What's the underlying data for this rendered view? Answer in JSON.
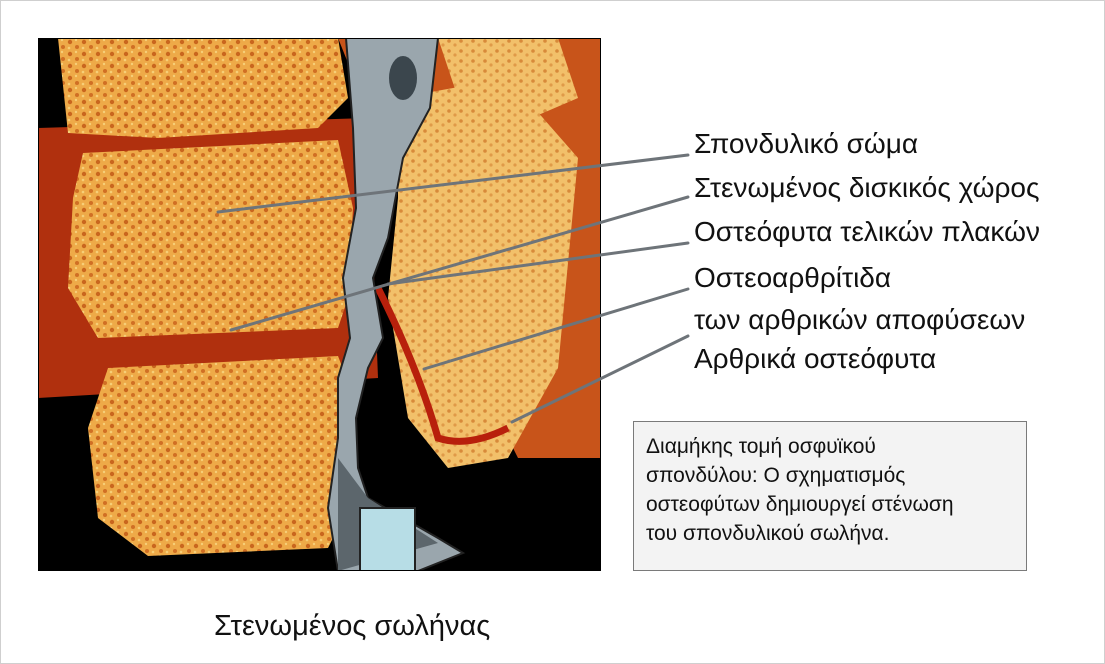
{
  "labels": {
    "vertebral_body": "Σπονδυλικό σώμα",
    "narrowed_disc_space": "Στενωμένος δισκικός χώρος",
    "endplate_osteophytes": "Οστεόφυτα τελικών πλακών",
    "facet_osteoarthritis_line1": "Οστεοαρθρίτιδα",
    "facet_osteoarthritis_line2": "των αρθρικών αποφύσεων",
    "articular_osteophytes": "Αρθρικά οστεόφυτα",
    "narrowed_canal": "Στενωμένος σωλήνας"
  },
  "caption": {
    "line1": "Διαμήκης τομή οσφυϊκού",
    "line2": "σπονδύλου: Ο σχηματισμός",
    "line3": "οστεοφύτων δημιουργεί στένωση",
    "line4": "του σπονδυλικού σωλήνα."
  },
  "colors": {
    "background": "#000000",
    "bone": "#e8a040",
    "bone_dark": "#c8641c",
    "canal": "#9aa6ad",
    "arrow": "#b7dde6",
    "leader_line": "#6e7479"
  }
}
